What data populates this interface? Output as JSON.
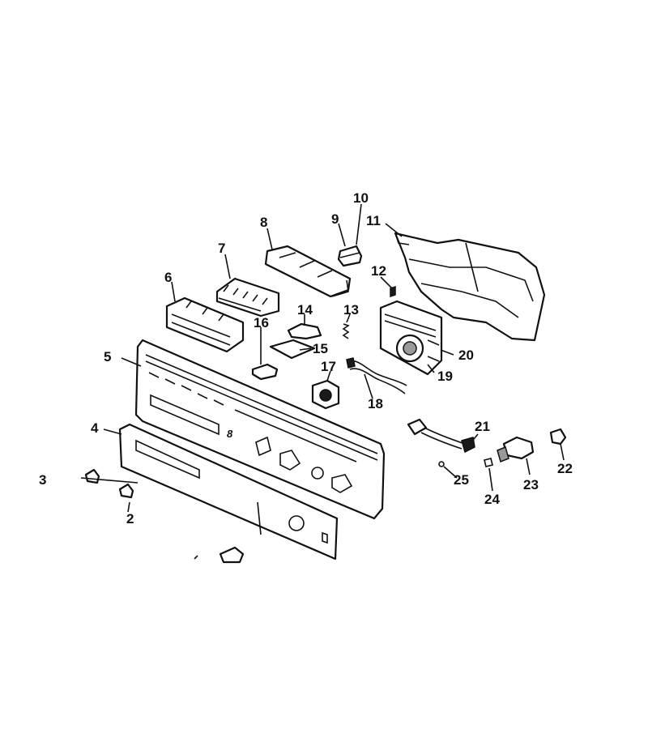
{
  "diagram": {
    "callouts": {
      "c2": "2",
      "c3": "3",
      "c4": "4",
      "c5": "5",
      "c6": "6",
      "c7": "7",
      "c8": "8",
      "c9": "9",
      "c10": "10",
      "c11": "11",
      "c12": "12",
      "c13": "13",
      "c14": "14",
      "c15": "15",
      "c16": "16",
      "c17": "17",
      "c18": "18",
      "c19": "19",
      "c20": "20",
      "c21": "21",
      "c22": "22",
      "c23": "23",
      "c24": "24",
      "c25": "25"
    },
    "panel_marking": "8"
  }
}
